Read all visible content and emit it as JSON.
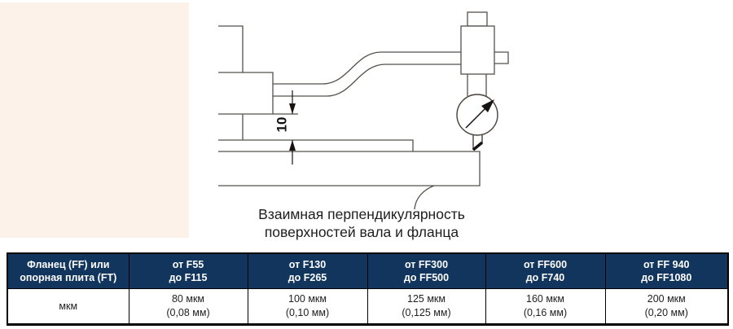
{
  "colors": {
    "panel_background": "#fdf2e9",
    "table_header_background": "#12355e",
    "table_header_text": "#ffffff",
    "drawing_line": "#55504b",
    "dimension_black": "#171310"
  },
  "diagram": {
    "dimension_label": "10",
    "caption_line1": "Взаимная перпендикулярность",
    "caption_line2": "поверхностей вала и фланца"
  },
  "table": {
    "header": [
      {
        "line1": "Фланец (FF) или",
        "line2": "опорная плита (FT)"
      },
      {
        "line1": "от F55",
        "line2": "до F115"
      },
      {
        "line1": "от F130",
        "line2": "до F265"
      },
      {
        "line1": "от FF300",
        "line2": "до FF500"
      },
      {
        "line1": "от FF600",
        "line2": "до F740"
      },
      {
        "line1": "от FF 940",
        "line2": "до FF1080"
      }
    ],
    "row": [
      {
        "line1": "мкм",
        "line2": ""
      },
      {
        "line1": "80 мкм",
        "line2": "(0,08 мм)"
      },
      {
        "line1": "100 мкм",
        "line2": "(0,10 мм)"
      },
      {
        "line1": "125 мкм",
        "line2": "(0,125 мм)"
      },
      {
        "line1": "160 мкм",
        "line2": "(0,16 мм)"
      },
      {
        "line1": "200 мкм",
        "line2": "(0,20 мм)"
      }
    ]
  }
}
